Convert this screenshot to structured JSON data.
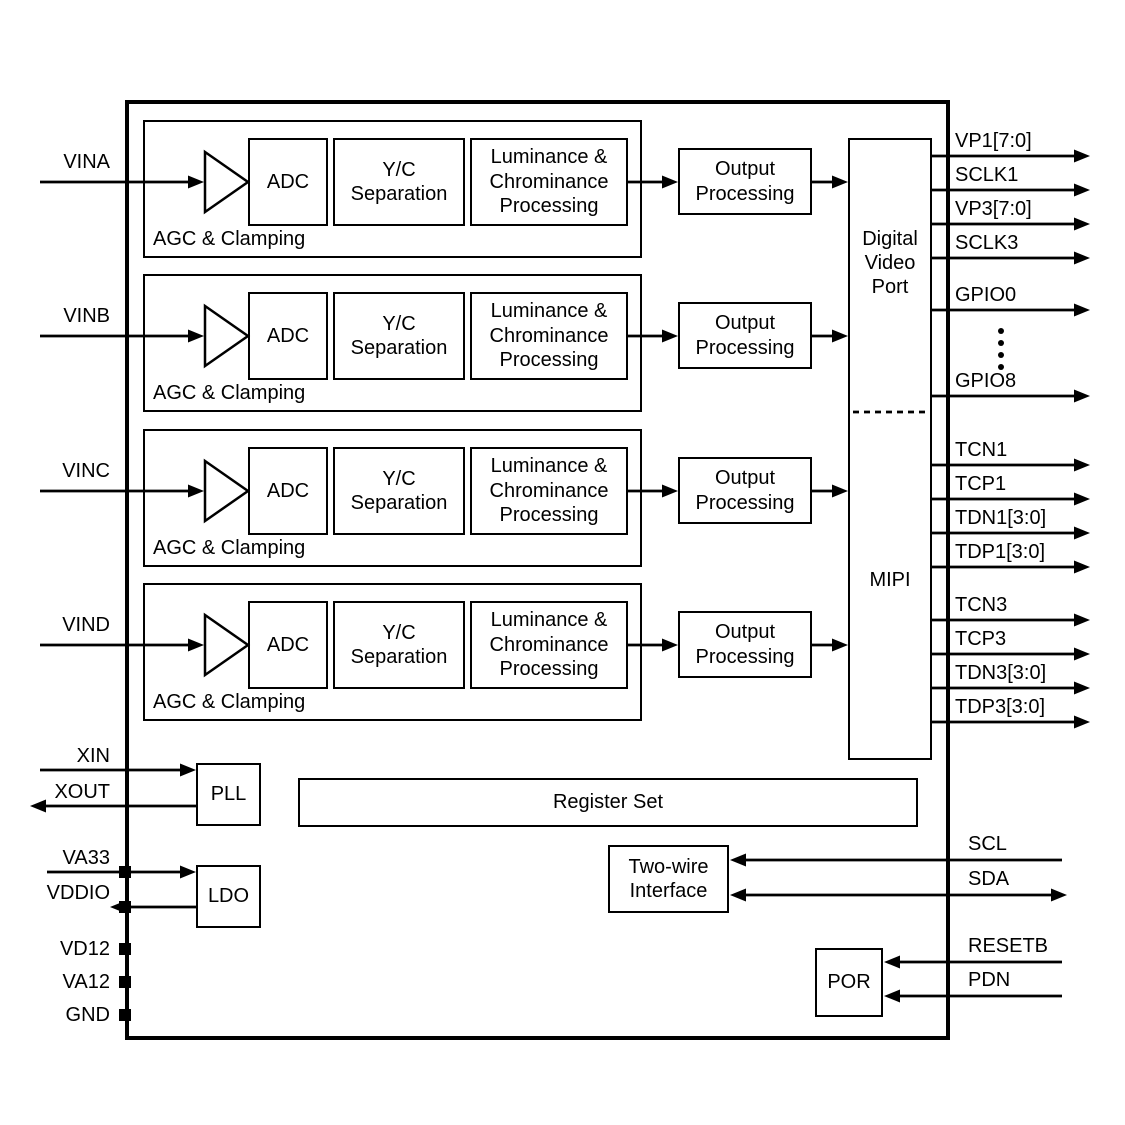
{
  "channels": [
    {
      "input": "VINA"
    },
    {
      "input": "VINB"
    },
    {
      "input": "VINC"
    },
    {
      "input": "VIND"
    }
  ],
  "channel_labels": {
    "agc": "AGC & Clamping",
    "adc": "ADC",
    "yc_separation": "Y/C\nSeparation",
    "luminance": "Luminance &\nChrominance\nProcessing",
    "output": "Output\nProcessing"
  },
  "video_port": {
    "top_label": "Digital\nVideo\nPort",
    "bottom_label": "MIPI"
  },
  "outputs": [
    "VP1[7:0]",
    "SCLK1",
    "VP3[7:0]",
    "SCLK3",
    "GPIO0",
    "GPIO8",
    "TCN1",
    "TCP1",
    "TDN1[3:0]",
    "TDP1[3:0]",
    "TCN3",
    "TCP3",
    "TDN3[3:0]",
    "TDP3[3:0]"
  ],
  "blocks": {
    "pll": "PLL",
    "ldo": "LDO",
    "register_set": "Register Set",
    "two_wire": "Two-wire\nInterface",
    "por": "POR"
  },
  "pins": {
    "xin": "XIN",
    "xout": "XOUT",
    "va33": "VA33",
    "vddio": "VDDIO",
    "vd12": "VD12",
    "va12": "VA12",
    "gnd": "GND",
    "scl": "SCL",
    "sda": "SDA",
    "resetb": "RESETB",
    "pdn": "PDN"
  },
  "colors": {
    "line": "#000000",
    "background": "#ffffff"
  }
}
